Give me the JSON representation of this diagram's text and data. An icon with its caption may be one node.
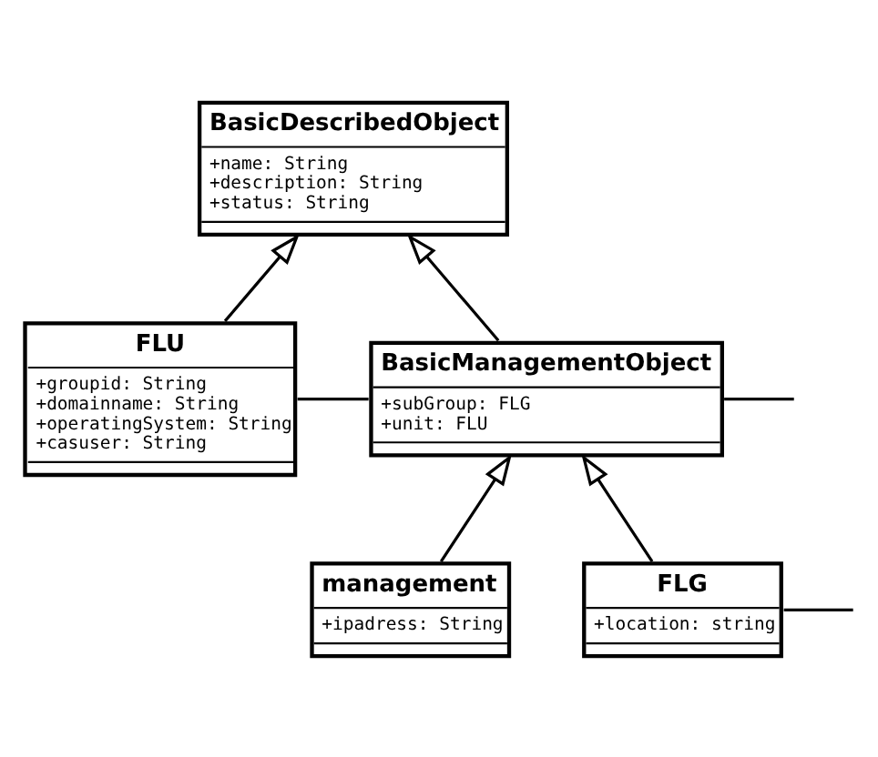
{
  "diagram": {
    "nodes": [
      {
        "text": [
          "BasicDescribedObject",
          "+name: String",
          "+description: String",
          "+status: String"
        ]
      },
      {
        "text": [
          "FLU",
          "+groupid: String",
          "+domainname: String",
          "+operatingSystem: String",
          "+casuser: String"
        ]
      },
      {
        "text": [
          "BasicManagementObject",
          "+subGroup: FLG",
          "+unit: FLU"
        ]
      },
      {
        "text": [
          "management",
          "+ipadress: String"
        ]
      },
      {
        "text": [
          "FLG",
          "+location: string"
        ]
      }
    ],
    "edges": [
      {
        "from": 1,
        "to": 0,
        "arrow": "to"
      },
      {
        "from": 2,
        "to": 0,
        "arrow": "to"
      },
      {
        "from": 1,
        "to": 2,
        "arrow": "none"
      },
      {
        "from": 2,
        "to": null,
        "arrow": "none"
      },
      {
        "from": 3,
        "to": 2,
        "arrow": "to"
      },
      {
        "from": 4,
        "to": 2,
        "arrow": "to"
      },
      {
        "from": 4,
        "to": null,
        "arrow": "none"
      }
    ]
  }
}
